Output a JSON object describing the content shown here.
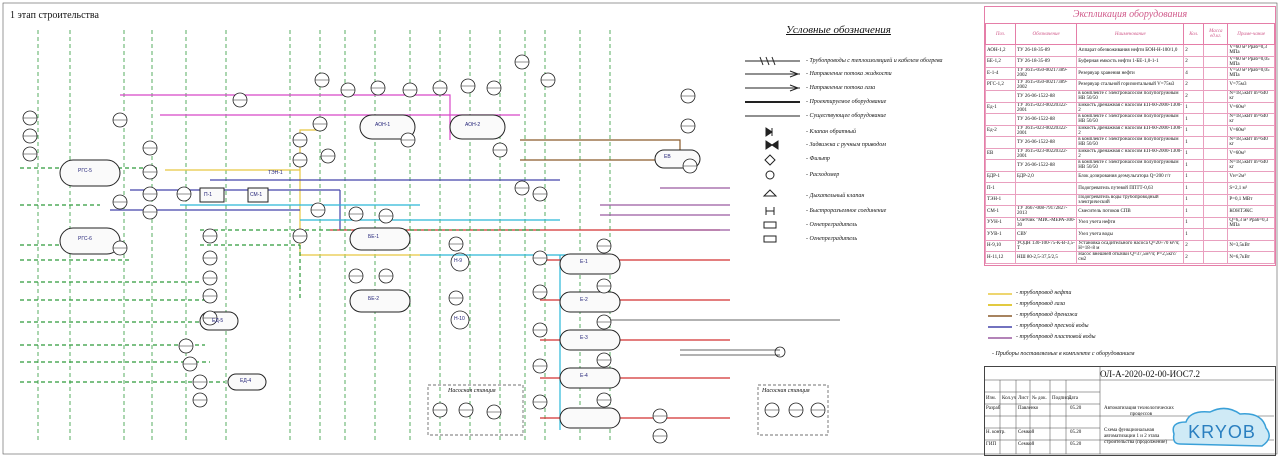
{
  "stage_title": "1 этап строительства",
  "legend": {
    "title": "Условные обозначения",
    "items": [
      "- Трубопроводы с теплоизоляцией и кабелем обогрева",
      "- Направление потока жидкости",
      "- Направление потока газа",
      "- Проектируемое оборудование",
      "- Существующее оборудование",
      "- Клапан обратный",
      "- Задвижка с ручным приводом",
      "- Фильтр",
      "- Расходомер",
      "- Дыхательный клапан",
      "- Быстроразъемное соединение",
      "- Огнепреградитель",
      "- Огнепреградитель"
    ]
  },
  "pipe_legend": [
    {
      "label": "- трубопровод нефти",
      "color": "#e8c840"
    },
    {
      "label": "- трубопровод газа",
      "color": "#d8b800"
    },
    {
      "label": "- трубопровод дренажа",
      "color": "#8a5a2a"
    },
    {
      "label": "- трубопровод пресной воды",
      "color": "#4444aa"
    },
    {
      "label": "- трубопровод пластовой воды",
      "color": "#9a5aa0"
    }
  ],
  "pipe_note": "- Приборы поставляемые в комплекте с оборудованием",
  "spec": {
    "title": "Экспликация оборудования",
    "headers": [
      "Поз.",
      "Обозначение",
      "Наименование",
      "Кол.",
      "Масса ед.кг.",
      "Приме-чание"
    ],
    "rows": [
      [
        "АОН-1,2",
        "ТУ 26-18-35-89",
        "Аппарат обезвоживания нефти БОН-Н-100/1,0",
        "2",
        "",
        "V=60 м³ Pраб=0,3 МПа"
      ],
      [
        "БЕ-1,2",
        "ТУ 26-18-35-89",
        "Буферная емкость нефти 1-БЕ-1,0-1-1",
        "2",
        "",
        "V=60 м³ Pраб=0,05 МПа"
      ],
      [
        "Е-1-4",
        "ТУ 3615-050-00217389-2002",
        "Резервуар хранения нефти",
        "4",
        "",
        "V=50 м³ Pраб=0,05 МПа"
      ],
      [
        "РГС-1,2",
        "ТУ 3615-050-00217389-2002",
        "Резервуар стальной горизонтальный V=75м3",
        "2",
        "",
        "V=75м3"
      ],
      [
        "",
        "ТУ 26-06-1522-88",
        "в комплекте с электронасосом полупогружным НВ 50/50",
        "2",
        "",
        "N=18,5кВт m=640 кг"
      ],
      [
        "Ед-1",
        "ТУ 3615-023-00220322-2001",
        "Емкость дренажная с насосом ЕП-60-2000-1300-2",
        "1",
        "",
        "V=60м³"
      ],
      [
        "",
        "ТУ 26-06-1522-88",
        "в комплекте с электронасосом полупогружным НВ 50/50",
        "1",
        "",
        "N=18,5кВт m=640 кг"
      ],
      [
        "Ед-2",
        "ТУ 3615-023-00220322-2001",
        "Емкость дренажная с насосом ЕП-60-2000-1300-2",
        "1",
        "",
        "V=60м³"
      ],
      [
        "",
        "ТУ 26-06-1522-88",
        "в комплекте с электронасосом полупогружным НВ 50/50",
        "1",
        "",
        "N=18,5кВт m=640 кг"
      ],
      [
        "ЕВ",
        "ТУ 3615-023-00220322-2001",
        "Емкость дренажная с насосом ЕП-60-2000-1300-2",
        "1",
        "",
        "V=60м³"
      ],
      [
        "",
        "ТУ 26-06-1522-88",
        "в комплекте с электронасосом полупогружным НВ 50/50",
        "1",
        "",
        "N=18,5кВт m=640 кг"
      ],
      [
        "БДР-1",
        "БДР-2,0",
        "Блок дозирования деэмульгатора Q=200 г/т",
        "1",
        "",
        "Vн=2м³"
      ],
      [
        "П-1",
        "",
        "Подогреватель путевой ППТТ-0,63",
        "1",
        "",
        "S=2,1 м²"
      ],
      [
        "ТЭН-1",
        "",
        "Подогреватель воды трубопроводный электрический",
        "1",
        "",
        "P=0,1 МВт"
      ],
      [
        "СМ-1",
        "ТУ 3667-008-79172827-2013",
        "Смеситель потоков СПВ",
        "1",
        "",
        "КОНТЭКС"
      ],
      [
        "УУН-1",
        "Счетчик \"МИС-МЕРА-300-30",
        "Узел учета нефти",
        "1",
        "",
        "Q=6,3 м³ Pраб=0,3 МПа"
      ],
      [
        "УУВ-1",
        "СВУ",
        "Узел учета воды",
        "1",
        "",
        ""
      ],
      [
        "Н-9,10",
        "УОДН 130-100-75-К-В-3,5-Т",
        "Установка осадительного насоса Q=20÷70 м³/ч; Н=18÷8 м",
        "2",
        "",
        "N=3,5кВт"
      ],
      [
        "Н-11,12",
        "НШ 80-2,5-37,5/2,5",
        "Насос внешней откачки Q=37,5м³/ч; Р=2,5кгс/см2",
        "2",
        "",
        "N=6,7кВт"
      ]
    ]
  },
  "stamp": {
    "doc_code": "ОЛ-А-2020-02-00-ИОС7.2",
    "col_headers": [
      "Изм.",
      "Кол.уч",
      "Лист",
      "№ док.",
      "Подпись",
      "Дата"
    ],
    "roles": [
      {
        "role": "Разраб",
        "name": "Павленко",
        "date": "05.20"
      },
      {
        "role": "Н. контр.",
        "name": "Семкой",
        "date": "05.20"
      },
      {
        "role": "ГИП",
        "name": "Семкой",
        "date": "05.20"
      }
    ],
    "title_line1": "Автоматизация технологических",
    "title_line2": "процессов",
    "desc_line1": "Схема функциональная",
    "desc_line2": "автоматизации 1 и 2 этапа",
    "desc_line3": "строительства (продолжение)"
  },
  "stations": [
    "Насосная станция",
    "Насосная станция"
  ],
  "equipment_labels": [
    "РГС-5",
    "РГС-6",
    "ЕД-5",
    "ЕД-4",
    "АОН-1",
    "АОН-2",
    "БЕ-1",
    "БЕ-2",
    "Е-1",
    "Е-2",
    "Е-3",
    "Е-4",
    "ЕВ",
    "Н-9",
    "Н-10",
    "П-1",
    "СМ-1",
    "ТЭН-1"
  ],
  "logo_text": "KRYOB",
  "colors": {
    "oil": "#e8c840",
    "gas": "#d8b800",
    "drain": "#8a5a2a",
    "fresh_water": "#4444aa",
    "formation_water": "#9a5aa0",
    "signal": "#2e9a3a",
    "cyan": "#2ab8d8",
    "magenta": "#d848c8",
    "red": "#d23030"
  }
}
